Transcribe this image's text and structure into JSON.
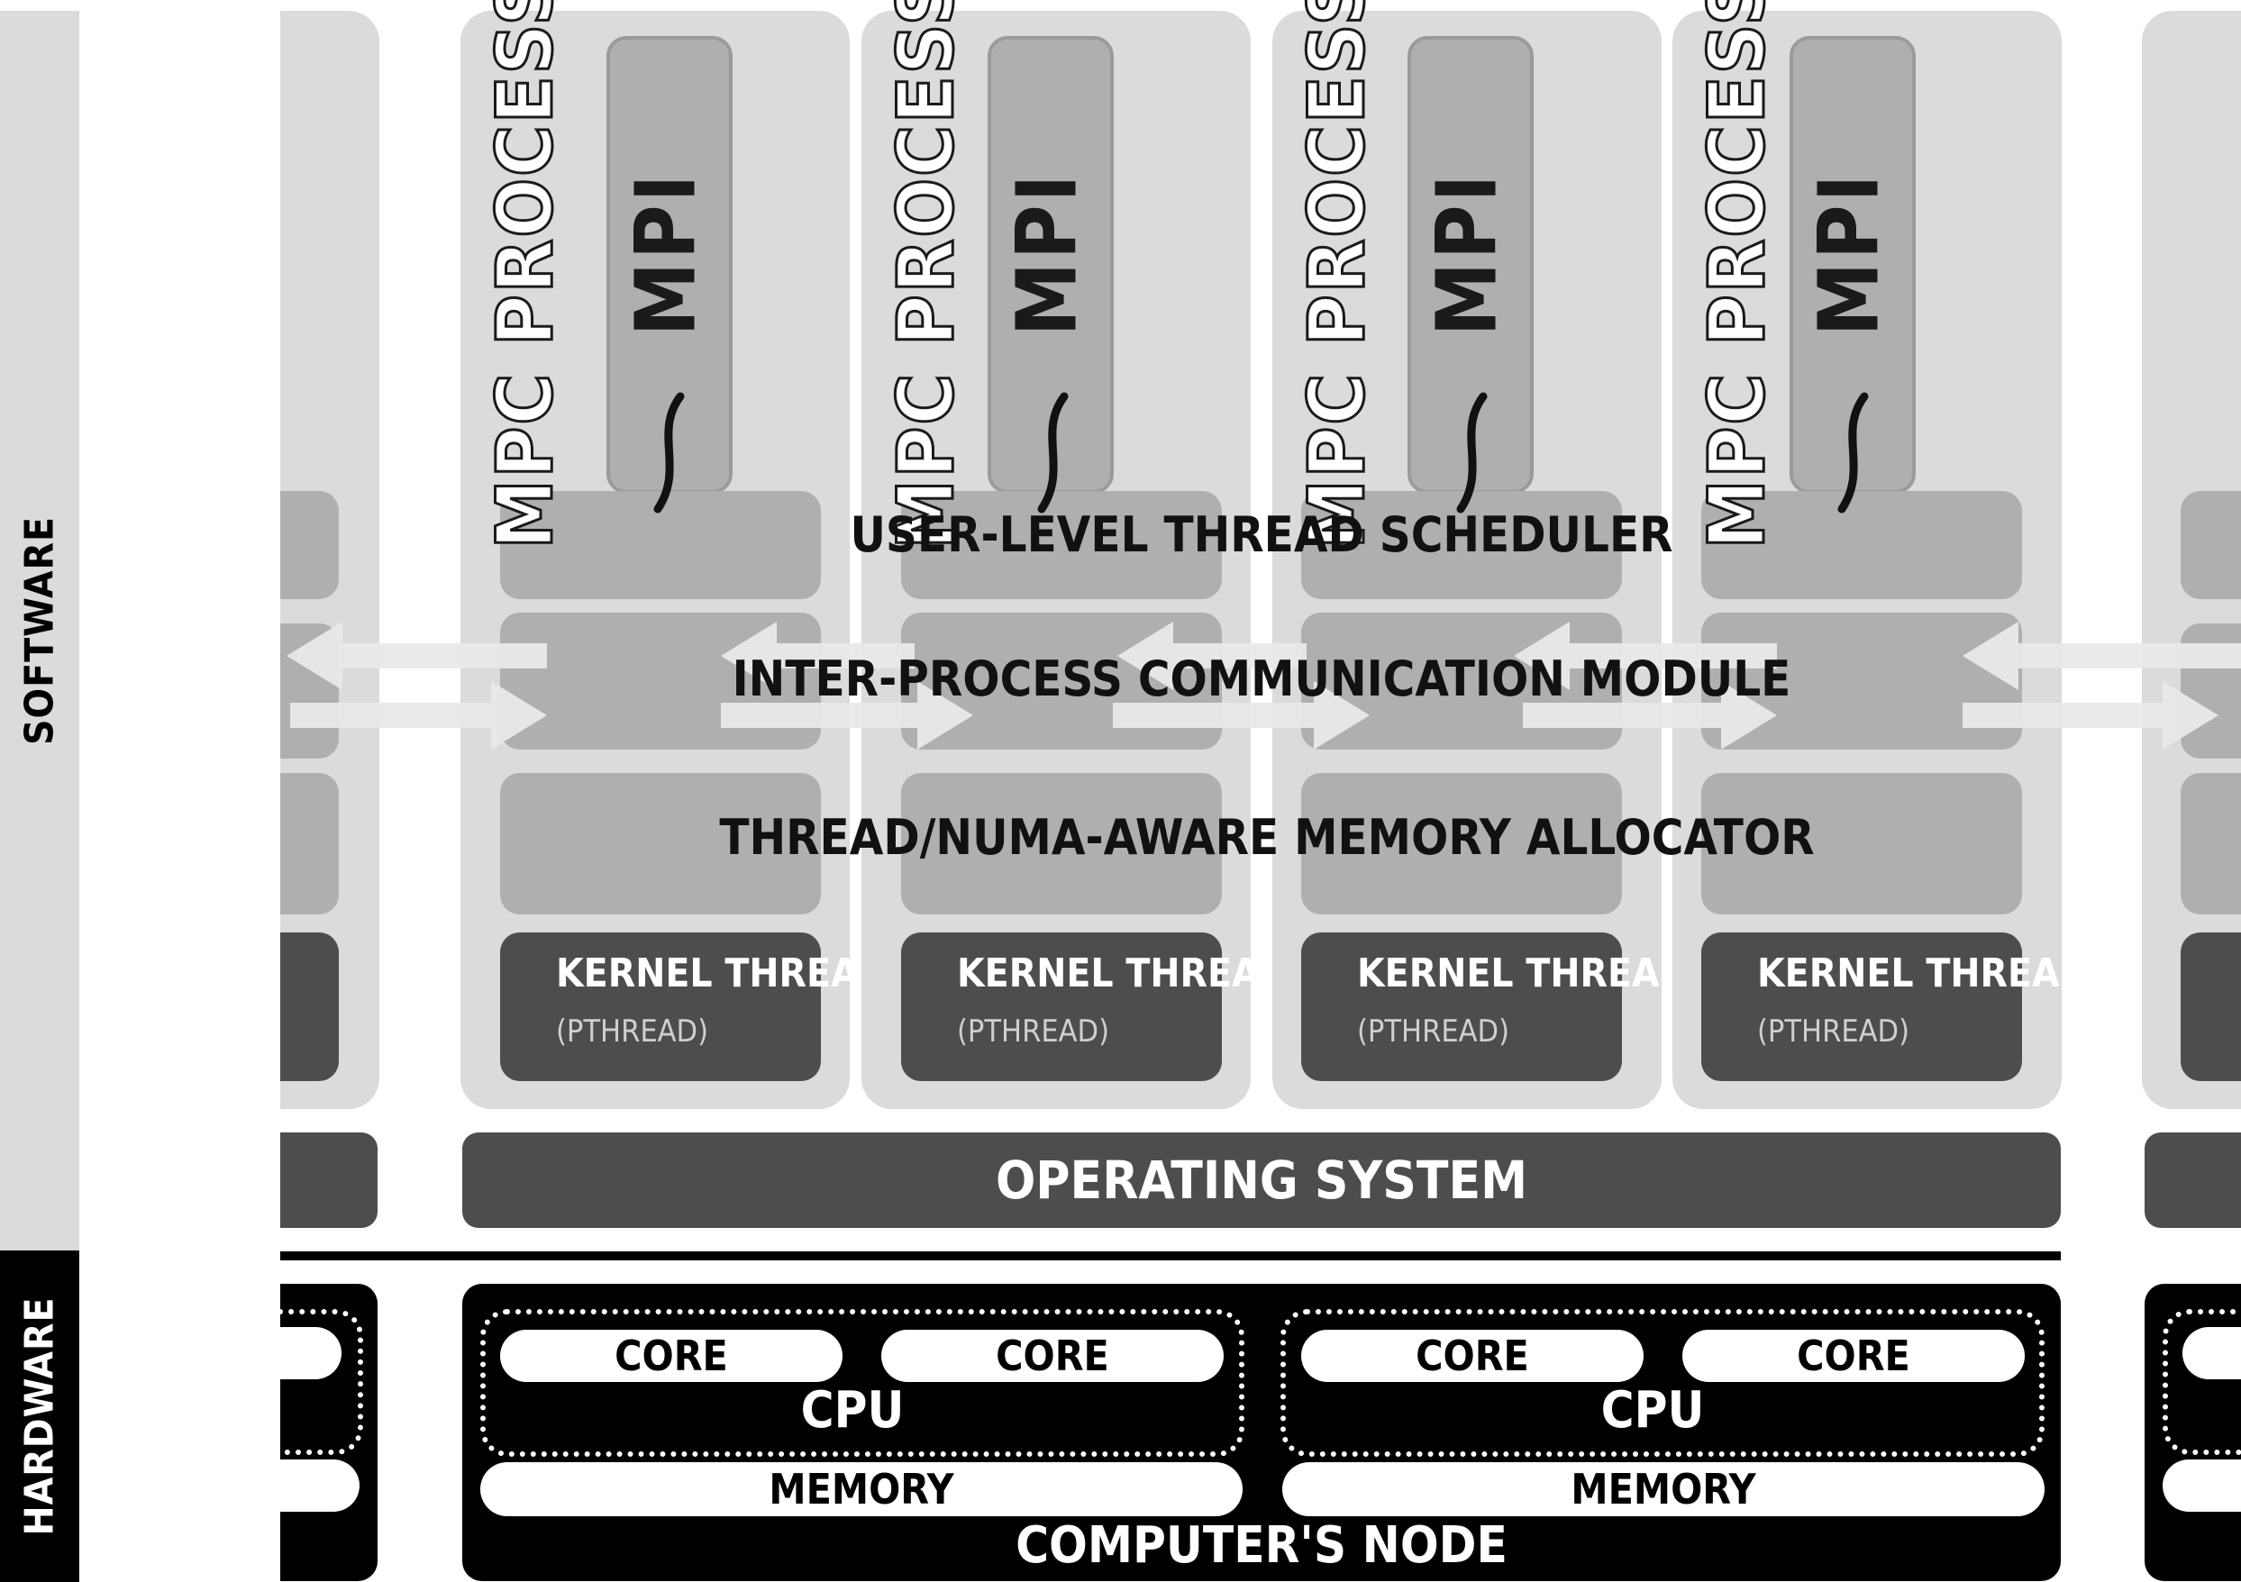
{
  "side_labels": {
    "software": "SOFTWARE",
    "hardware": "HARDWARE"
  },
  "process": {
    "label": "MPC PROCESS",
    "mpi": "MPI"
  },
  "kernel_thread": {
    "title": "KERNEL THREAD",
    "sub": "(PTHREAD)"
  },
  "layers": {
    "scheduler": "USER-LEVEL THREAD SCHEDULER",
    "ipc": "INTER-PROCESS COMMUNICATION MODULE",
    "allocator": "THREAD/NUMA-AWARE MEMORY ALLOCATOR",
    "os": "OPERATING SYSTEM"
  },
  "hardware": {
    "core": "CORE",
    "cpu": "CPU",
    "memory": "MEMORY",
    "node": "COMPUTER'S NODE"
  },
  "colors": {
    "panel": "#dbdbdb",
    "module": "#afafaf",
    "dark": "#4d4d4d",
    "black": "#000000",
    "arrow": "#e9e9e9"
  }
}
